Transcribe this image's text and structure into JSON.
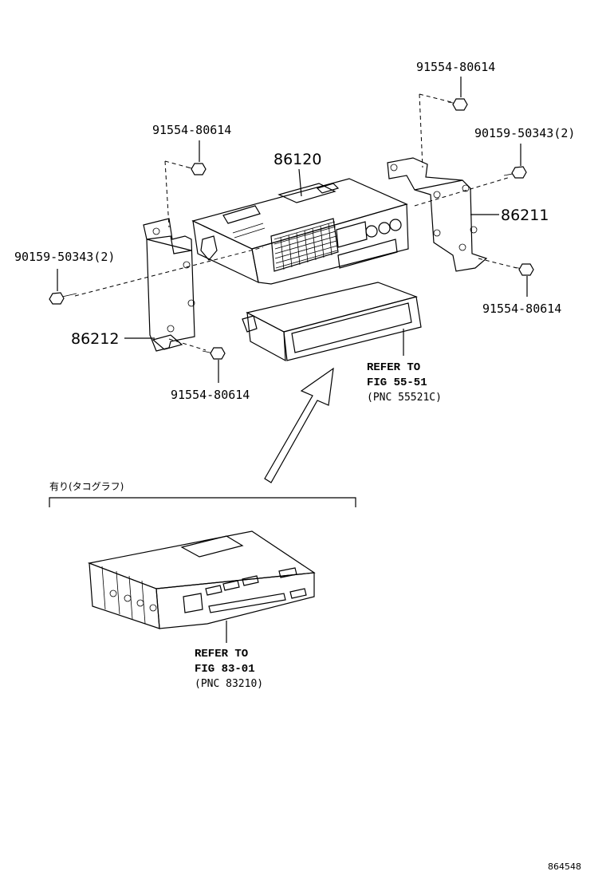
{
  "labels": {
    "bolt_top_right": "91554-80614",
    "bolt_top_left": "91554-80614",
    "screw_right": "90159-50343(2)",
    "screw_left": "90159-50343(2)",
    "radio": "86120",
    "bracket_right": "86211",
    "bracket_left": "86212",
    "bolt_right_lower": "91554-80614",
    "bolt_left_lower": "91554-80614"
  },
  "refs": {
    "box": {
      "line1": "REFER TO",
      "line2": "FIG 55-51",
      "line3": "(PNC 55521C)"
    },
    "tacho": {
      "line1": "REFER TO",
      "line2": "FIG 83-01",
      "line3": "(PNC 83210)"
    }
  },
  "option_note": "有り(タコグラフ)",
  "figure_id": "864548"
}
